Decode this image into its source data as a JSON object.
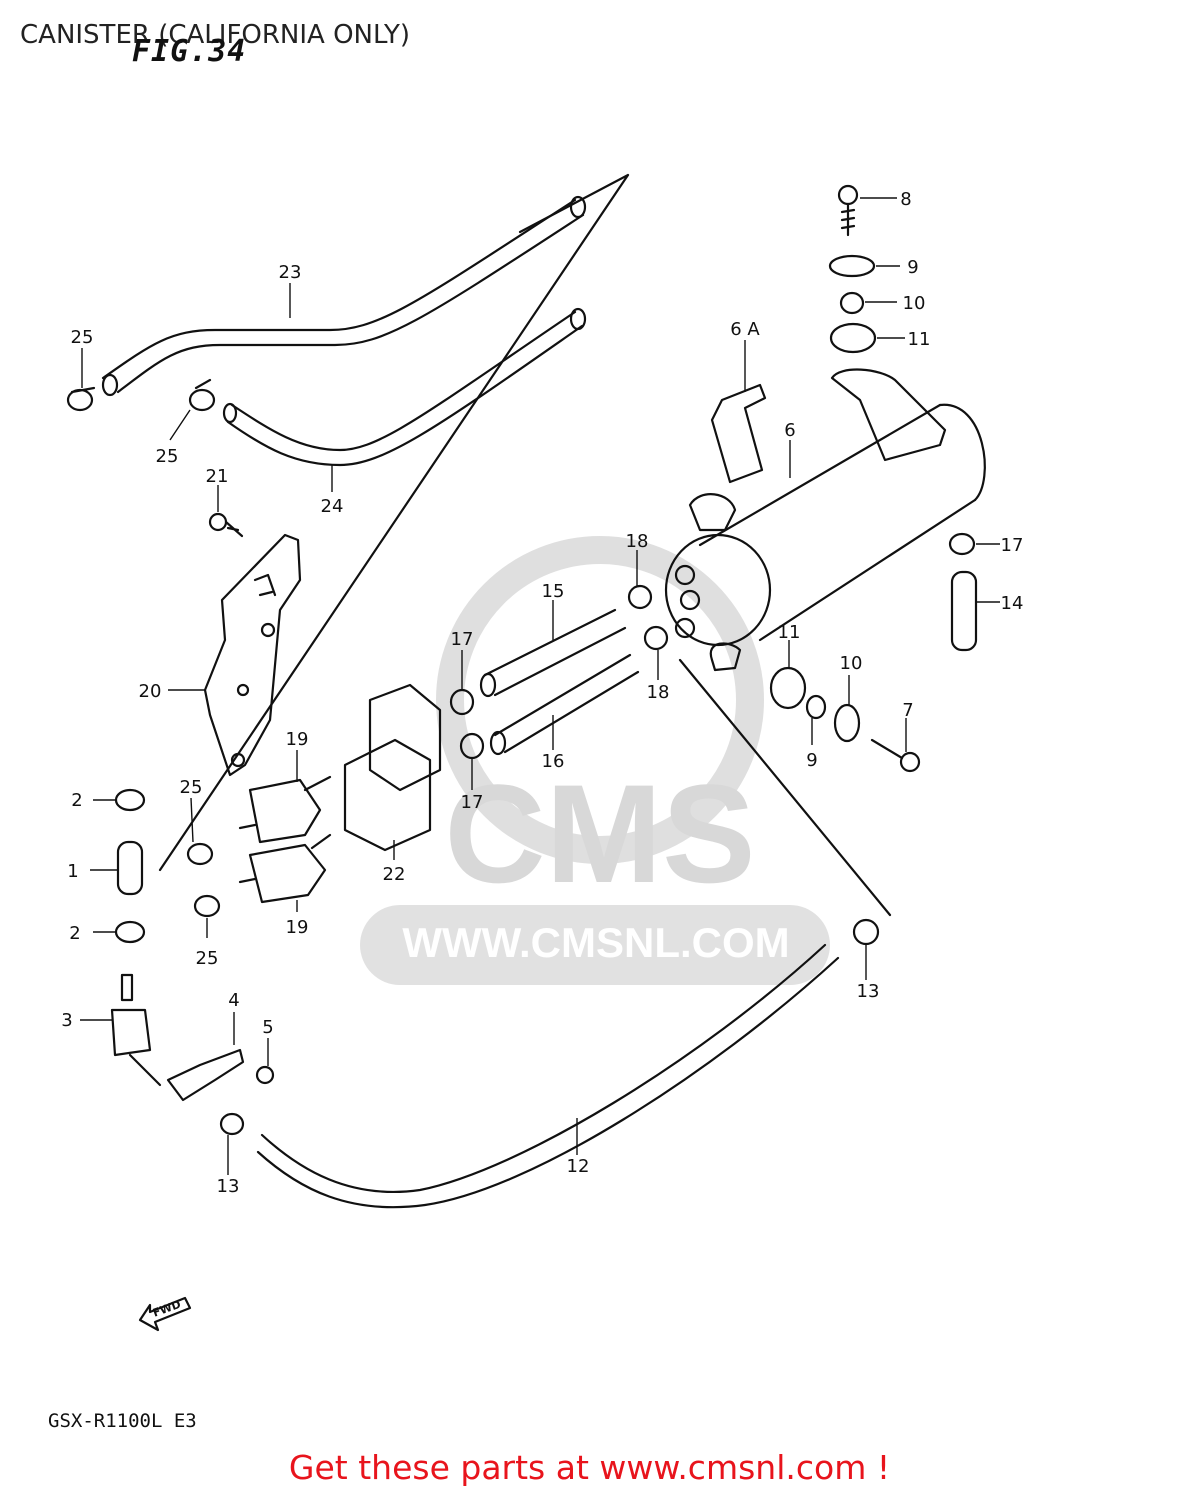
{
  "header": {
    "title": "CANISTER (CALIFORNIA ONLY)",
    "fig_label": "FIG.34"
  },
  "model_code": "GSX-R1100L E3",
  "watermark": {
    "brand": "CMS",
    "url": "WWW.CMSNL.COM"
  },
  "fwd_label": "FWD",
  "footer": "Get these parts at www.cmsnl.com !",
  "callouts": [
    "23",
    "25",
    "25",
    "24",
    "21",
    "20",
    "2",
    "1",
    "2",
    "3",
    "4",
    "5",
    "25",
    "25",
    "19",
    "19",
    "22",
    "17",
    "17",
    "15",
    "16",
    "18",
    "18",
    "6 A",
    "6",
    "8",
    "9",
    "10",
    "11",
    "17",
    "14",
    "11",
    "9",
    "10",
    "7",
    "13",
    "13",
    "12"
  ],
  "colors": {
    "footer": "#e8141c",
    "line": "#111111",
    "watermark": "#d8d8d8"
  }
}
